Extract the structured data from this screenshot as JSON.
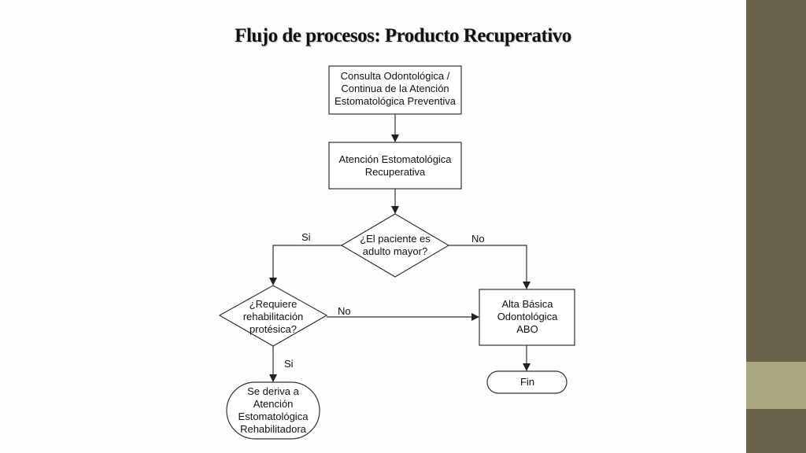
{
  "title": "Flujo de procesos: Producto Recuperativo",
  "colors": {
    "sidebar": "#6a614b",
    "sidebar_accent": "#a9a77f",
    "stroke": "#333333"
  },
  "nodes": {
    "consulta": "Consulta Odontológica / Continua de la Atención Estomatológica Preventiva",
    "atencion": "Atención Estomatológica Recuperativa",
    "adulto_mayor": "¿El paciente es adulto mayor?",
    "rehabilitacion": "¿Requiere rehabilitación protésica?",
    "alta": "Alta Básica Odontológica ABO",
    "fin": "Fin",
    "deriva": "Se deriva a Atención Estomatológica Rehabilitadora"
  },
  "edges": {
    "adulto_si": "Si",
    "adulto_no": "No",
    "rehab_no": "No",
    "rehab_si": "Si"
  }
}
